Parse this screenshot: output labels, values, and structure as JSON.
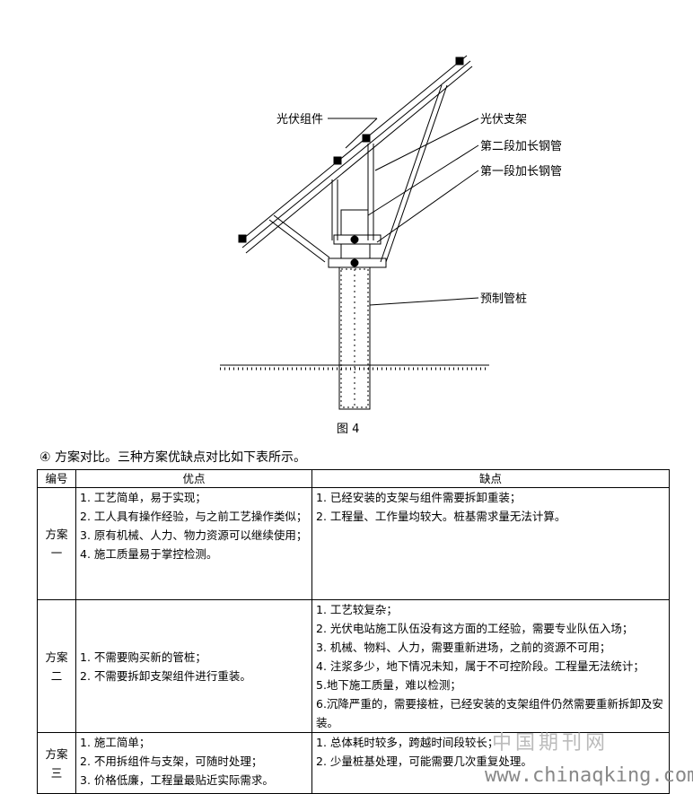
{
  "figure": {
    "labels": {
      "module": "光伏组件",
      "bracket": "光伏支架",
      "second_pipe": "第二段加长钢管",
      "first_pipe": "第一段加长钢管",
      "pile": "预制管桩"
    },
    "caption": "图 4"
  },
  "intro": "④ 方案对比。三种方案优缺点对比如下表所示。",
  "table": {
    "headers": [
      "编号",
      "优点",
      "缺点"
    ],
    "rows": [
      {
        "id": "方案一",
        "pros": [
          "1. 工艺简单，易于实现；",
          "2. 工人具有操作经验，与之前工艺操作类似；",
          "3. 原有机械、人力、物力资源可以继续使用；",
          "4. 施工质量易于掌控检测。"
        ],
        "cons": [
          "1. 已经安装的支架与组件需要拆卸重装；",
          "2. 工程量、工作量均较大。桩基需求量无法计算。"
        ]
      },
      {
        "id": "方案二",
        "pros": [
          "1. 不需要购买新的管桩；",
          "2. 不需要拆卸支架组件进行重装。"
        ],
        "cons": [
          "1. 工艺较复杂；",
          "2. 光伏电站施工队伍没有这方面的工经验，需要专业队伍入场；",
          "3. 机械、物料、人力，需要重新进场，之前的资源不可用；",
          "4. 注浆多少，地下情况未知，属于不可控阶段。工程量无法统计；",
          "5.地下施工质量，难以检测；",
          "6.沉降严重的，需要接桩，已经安装的支架组件仍然需要重新拆卸及安装。"
        ]
      },
      {
        "id": "方案三",
        "pros": [
          "1. 施工简单；",
          "2. 不用拆组件与支架，可随时处理；",
          "3. 价格低廉，工程量最贴近实际需求。"
        ],
        "cons": [
          "1. 总体耗时较多，跨越时间段较长；",
          "2. 少量桩基处理，可能需要几次重复处理。"
        ]
      }
    ]
  },
  "watermark": {
    "cn": "中国期刊网",
    "url": "www.chinaqking.com"
  }
}
